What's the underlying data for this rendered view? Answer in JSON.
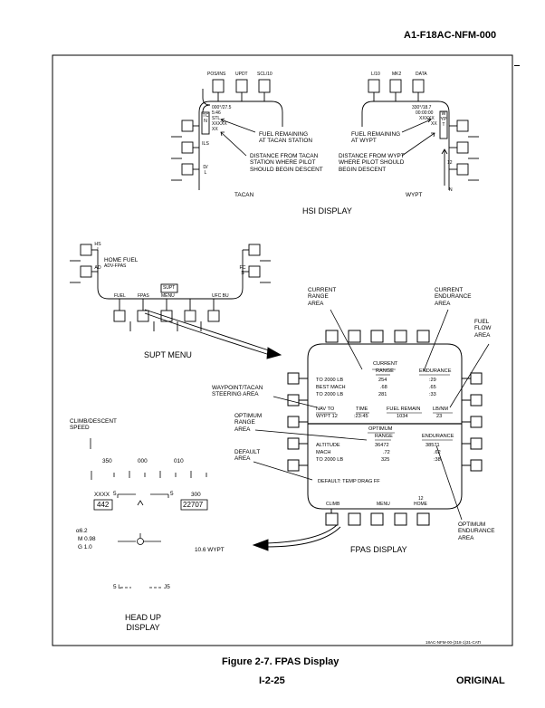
{
  "header": {
    "doc_id": "A1-F18AC-NFM-000"
  },
  "hsi": {
    "title": "HSI DISPLAY",
    "tacan": {
      "buttons_top": [
        "POS/INS",
        "UPDT",
        "SCL/10"
      ],
      "readout": [
        "000°/27.5",
        "5:46",
        "STL",
        "XXXXX",
        "XX"
      ],
      "side_left": "TCN",
      "side_left2": "ILS",
      "side_left3": "D/L",
      "label": "TACAN",
      "callout_fuel": "FUEL REMAINING\nAT TACAN STATION",
      "callout_dist": "DISTANCE FROM TACAN\nSTATION WHERE PILOT\nSHOULD BEGIN DESCENT"
    },
    "wypt": {
      "buttons_top": [
        "L/10",
        "MK2",
        "DATA"
      ],
      "readout": [
        "330°/18.7",
        "00:00:00",
        "XXXXX",
        "XX"
      ],
      "side_right": "WYPT",
      "side_num": "12",
      "side_n": "N",
      "label": "WYPT",
      "callout_fuel": "FUEL REMAINING\nAT WYPT",
      "callout_dist": "DISTANCE FROM WYPT\nWHERE PILOT SHOULD\nBEGIN DESCENT"
    }
  },
  "supt": {
    "title": "SUPT MENU",
    "side_left_top": "HSI",
    "side_left_bot": "ADI",
    "side_right": "FCS",
    "home_fuel": "HOME FUEL",
    "adv_fpas": "ADV-FPAS",
    "supt_box": "SUPT",
    "bottom": [
      "FUEL",
      "FPAS",
      "MENU",
      "UFC BU"
    ]
  },
  "fpas": {
    "title": "FPAS DISPLAY",
    "current_hdr": "CURRENT",
    "range_hdr": "RANGE",
    "endurance_hdr": "ENDURANCE",
    "rows1": [
      {
        "label": "TO 2000 LB",
        "range": "254",
        "end": ":29"
      },
      {
        "label": "BEST MACH",
        "range": ".68",
        "end": ".65"
      },
      {
        "label": "TO 2000 LB",
        "range": "281",
        "end": ":33"
      }
    ],
    "nav_to": "NAV TO",
    "time": "TIME",
    "fuel_remain": "FUEL REMAIN",
    "lb_nm": "LB/NM",
    "wypt_row": {
      "wp": "WYPT 12",
      "time": ":23:45",
      "fuel": "1034",
      "lbnm": "23"
    },
    "optimum_hdr": "OPTIMUM",
    "rows2": [
      {
        "label": "ALTITUDE",
        "range": "36472",
        "end": "38571"
      },
      {
        "label": "MACH",
        "range": ".72",
        "end": ".62"
      },
      {
        "label": "TO 2000 LB",
        "range": "325",
        "end": ":38"
      }
    ],
    "default": "DEFAULT: TEMP DRAG FF",
    "bottom": [
      "CLIMB",
      "MENU",
      "12",
      "HOME"
    ],
    "callout_cur_range": "CURRENT\nRANGE\nAREA",
    "callout_cur_end": "CURRENT\nENDURANCE\nAREA",
    "callout_fuel_flow": "FUEL\nFLOW\nAREA",
    "callout_wp_tacan": "WAYPOINT/TACAN\nSTEERING AREA",
    "callout_opt_range": "OPTIMUM\nRANGE\nAREA",
    "callout_default": "DEFAULT\nAREA",
    "callout_opt_end": "OPTIMUM\nENDURANCE\nAREA"
  },
  "hud": {
    "title": "HEAD UP\nDISPLAY",
    "climb_label": "CLIMB/DESCENT\nSPEED",
    "heading": [
      "350",
      "000",
      "010"
    ],
    "xxxx": "XXXX",
    "speed": "442",
    "alt_label": "300",
    "altitude": "22707",
    "pitch_left": "5",
    "pitch_right": "5",
    "aoa": "α6.2",
    "mach": "M  0.98",
    "g": "G  1.0",
    "wypt": "10.6 WYPT",
    "bottom_left": "5 L",
    "bottom_right": "J5"
  },
  "footer": {
    "ref": "18AC-NFM-00-(318-1)31-CATI",
    "figure": "Figure 2-7. FPAS Display",
    "page": "I-2-25",
    "status": "ORIGINAL"
  }
}
